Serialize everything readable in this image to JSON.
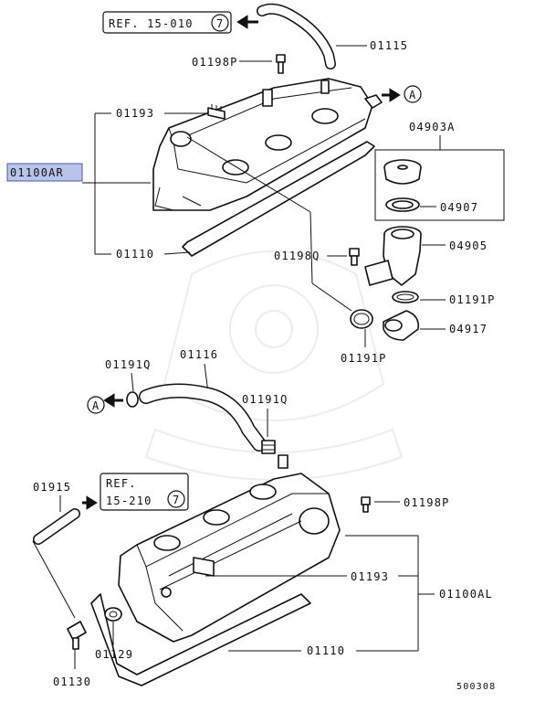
{
  "labels": {
    "ref1": "REF. 15-010",
    "ref1_num": "7",
    "ref2_line1": "REF.",
    "ref2_line2": "15-210",
    "ref2_num": "7",
    "p01115": "01115",
    "p01198P_top": "01198P",
    "p01193_top": "01193",
    "p01100AR": "01100AR",
    "p01110_top": "01110",
    "p04903A": "04903A",
    "p04907": "04907",
    "p04905": "04905",
    "p01198Q": "01198Q",
    "p01191P_right": "01191P",
    "p04917": "04917",
    "p01191P_bottom": "01191P",
    "p01116": "01116",
    "p01191Q_left": "01191Q",
    "p01191Q_right": "01191Q",
    "p01915": "01915",
    "p01198P_bottom": "01198P",
    "p01193_bottom": "01193",
    "p01100AL": "01100AL",
    "p01129": "01129",
    "p01110_bottom": "01110",
    "p01130": "01130",
    "marker_a_top": "A",
    "marker_a_left": "A",
    "figure_code": "500308"
  },
  "colors": {
    "highlight": "#b8c4ea",
    "line": "#111111",
    "watermark": "#ececec"
  }
}
